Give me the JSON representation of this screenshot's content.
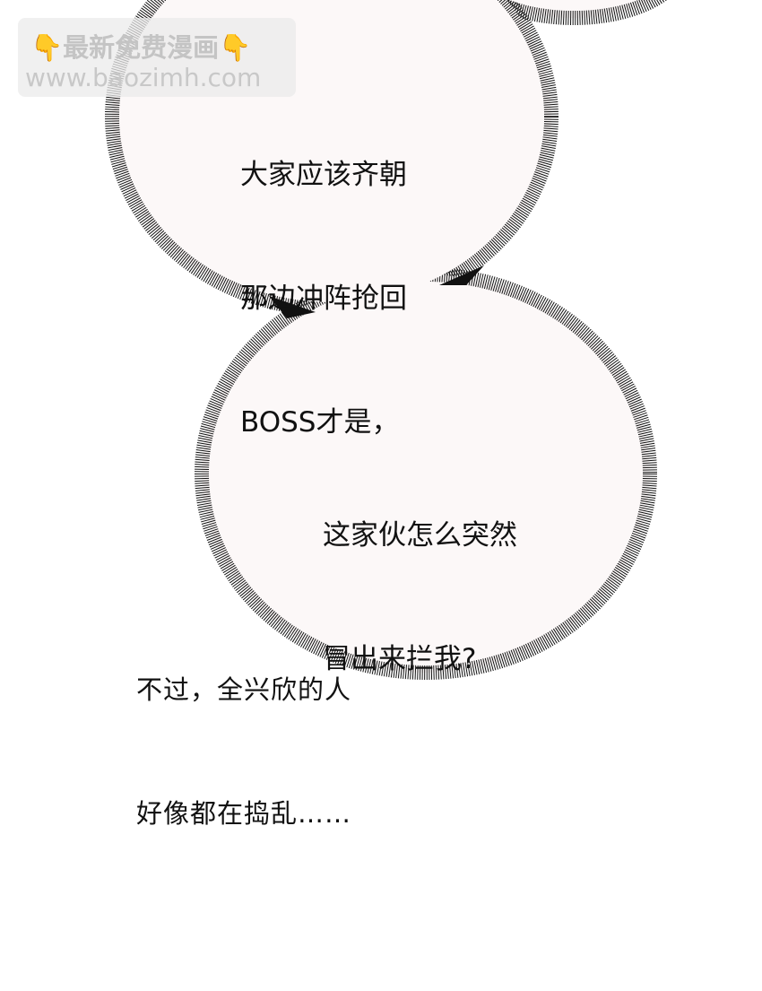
{
  "watermark": {
    "title": "最新免费漫画",
    "url": "www.baozimh.com",
    "icon": "pointing-down-hand-icon",
    "icon_color": "#f5b71c"
  },
  "bubbles": [
    {
      "lines": [
        "大家应该齐朝",
        "那边冲阵抢回",
        "BOSS才是，"
      ]
    },
    {
      "lines": [
        "这家伙怎么突然",
        "冒出来拦我?"
      ]
    }
  ],
  "narration": {
    "lines": [
      "不过，全兴欣的人",
      "好像都在捣乱……"
    ]
  },
  "colors": {
    "bubble_fill": "#fcf8f8",
    "bubble_outline": "#111111",
    "background": "#ffffff"
  }
}
